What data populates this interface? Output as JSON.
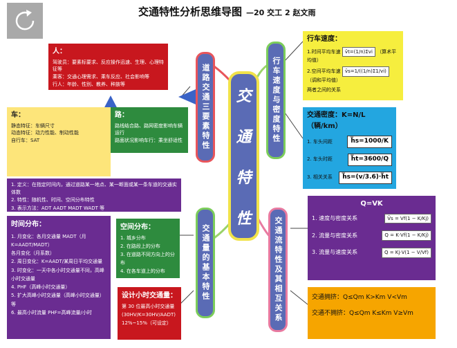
{
  "title": "交通特性分析思维导图",
  "author": "—20 交工 2  赵文雨",
  "center": [
    "交",
    "通",
    "特",
    "性"
  ],
  "branches": {
    "road_elements": "道路交通三要素特性",
    "speed_density": "行车速度与密度特性",
    "basic_features": "交通量的基本特性",
    "relations": "交通流特性及其相互关系"
  },
  "person": {
    "title": "人：",
    "lines": [
      "驾驶员：要素标要求、反应操作迅速、生理、心理特征等",
      "乘客：交通心理需求、乘车反应、社会影响等",
      "行人：年龄、性别、教养、种族等"
    ]
  },
  "vehicle": {
    "title": "车：",
    "lines": [
      "静态特征：车辆尺寸",
      "动态特征：动力性能、制动性能",
      "自行车：SAT"
    ]
  },
  "road": {
    "title": "路：",
    "lines": [
      "路线结合路、路网密度影响车辆运行",
      "路面状况影响车行：乘坐舒适性"
    ]
  },
  "purple_block": {
    "lines": [
      "1. 定义：在指定时间内，通过道路某一地点、某一断面或某一条车道的交通实体数",
      "2. 特性：随机性、时间、空间分布特性",
      "3. 表示方法：ADT AADT MADT WADT 等"
    ]
  },
  "time_dist": {
    "title": "时间分布：",
    "lines": [
      "1. 月变化：各月交通量 MADT（月K=AADT/MADT）",
      "   各月变化（月系数）",
      "2. 周日变化：K=AADT/某周日平均交通量",
      "3. 时变化：一天中各小时交通量不同，高峰小时交通量",
      "4. PHF（高峰小时交通量）",
      "5. 扩大高峰小时交通量（高峰小时交通量）等",
      "6. 最高小时流量 PHF=高峰流量/小时"
    ]
  },
  "space_dist": {
    "title": "空间分布：",
    "lines": [
      "1. 城乡分布",
      "2. 在路段上的分布",
      "3. 在道路不同方向上的分布",
      "4. 在各车道上的分布"
    ]
  },
  "design_hour": {
    "title": "设计小时交通量：",
    "lines": [
      "第 30 位最高小时交通量",
      "(30HV/K=30HV/AADT)",
      "12%~15%（可设定）"
    ]
  },
  "speed": {
    "title": "行车速度：",
    "item1": "1.时间平均车速",
    "note1": "（算术平均值）",
    "item2": "2.空间平均车速",
    "note2": "（调和平均值）",
    "tail": "两者之间的关系"
  },
  "density": {
    "title": "交通密度：K=N/L（辆/km）",
    "items": [
      "1. 车头间距",
      "2. 车头时距",
      "3. 相关关系"
    ],
    "f1": "h̅s=1000/K",
    "f2": "h̅t=3600/Q",
    "f3": "h̅s=(v/3.6)·h̅t"
  },
  "qvk": {
    "title": "Q=VK",
    "items": [
      "1. 速度与密度关系",
      "2. 流量与密度关系",
      "3. 流量与速度关系"
    ],
    "f1": "V̄s = Vf(1 − K/Kj)",
    "f2": "Q = K·Vf(1 − K/Kj)",
    "f3": "Q = Kj·V(1 − V/Vf)"
  },
  "flow_state": {
    "line1": "交通拥挤：Q≤Qm K>Km V<Vm",
    "line2": "交通不拥挤：Q≤Qm K≤Km V≥Vm"
  }
}
